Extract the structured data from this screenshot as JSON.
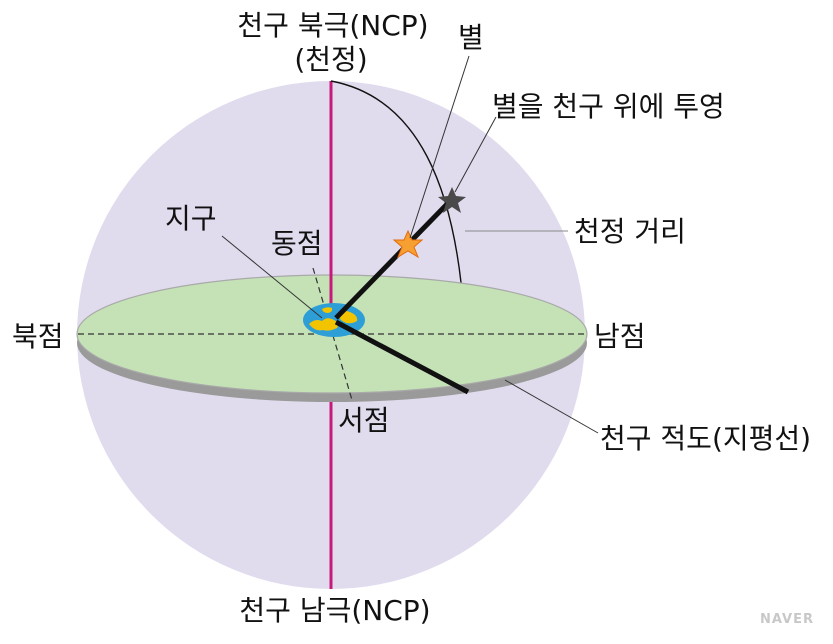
{
  "labels": {
    "ncp": "천구 북극(NCP)",
    "zenith": "(천정)",
    "star": "별",
    "projection": "별을 천구 위에 투영",
    "earth": "지구",
    "east": "동점",
    "zenith_distance": "천정 거리",
    "north": "북점",
    "south": "남점",
    "west": "서점",
    "equator": "천구 적도(지평선)",
    "scp": "천구 남극(NCP)"
  },
  "watermark": "NAVER",
  "colors": {
    "sphere": "#e0dcee",
    "plane": "#c4e2b6",
    "plane_edge": "#9a9a9a",
    "axis": "#c8187c",
    "vector": "#111111",
    "star_near": "#f7a032",
    "star_far": "#4a4a4a",
    "earth_ocean": "#2e9fd6",
    "earth_land": "#f2c400"
  }
}
